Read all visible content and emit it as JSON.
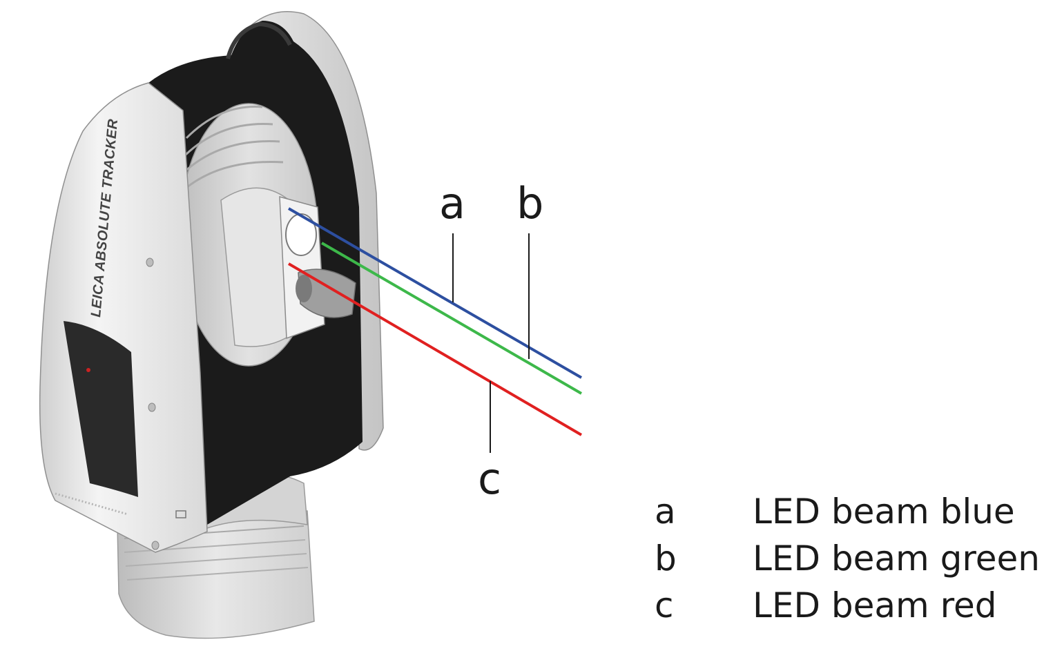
{
  "device": {
    "brand_text": "LEICA ABSOLUTE TRACKER"
  },
  "beams": [
    {
      "key": "a",
      "label": "LED beam blue",
      "color": "#2d4fa0"
    },
    {
      "key": "b",
      "label": "LED beam green",
      "color": "#3db84a"
    },
    {
      "key": "c",
      "label": "LED beam red",
      "color": "#e02020"
    }
  ],
  "legend": [
    {
      "key": "a",
      "label": "LED beam blue"
    },
    {
      "key": "b",
      "label": "LED beam green"
    },
    {
      "key": "c",
      "label": "LED beam red"
    }
  ]
}
